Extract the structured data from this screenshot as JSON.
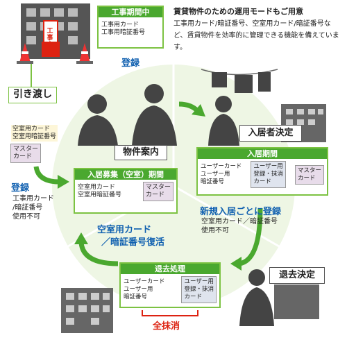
{
  "colors": {
    "green": "#4aa82f",
    "light_green": "#7cc242",
    "blue": "#1060b0",
    "red": "#dd2211",
    "card_blue": "#dfe4ee",
    "card_pink": "#e8dcea"
  },
  "construction": {
    "header": "工事期間中",
    "card_lines": [
      "工事用カード",
      "工事用暗証番号"
    ],
    "sign": "工事中",
    "register": "登録"
  },
  "intro": {
    "title": "賃貸物件のための運用モードもご用意",
    "body": "工事用カード/暗証番号、空室用カード/暗証番号など、賃貸物件を効率的に管理できる機能を備えています。"
  },
  "handover": {
    "label": "引き渡し",
    "vacant_lines": [
      "空室用カード",
      "空室用暗証番号"
    ],
    "master": [
      "マスター",
      "カード"
    ],
    "register": "登録",
    "note_lines": [
      "工事用カード",
      "/暗証番号",
      "使用不可"
    ]
  },
  "property_tour": {
    "label": "物件案内"
  },
  "recruitment": {
    "header": "入居募集（空室）期間",
    "lines": [
      "空室用カード",
      "空室用暗証番号"
    ],
    "master": [
      "マスター",
      "カード"
    ]
  },
  "move_in_decision": {
    "label": "入居者決定"
  },
  "occupancy": {
    "header": "入居期間",
    "user_lines": [
      "ユーザーカード",
      "ユーザー用",
      "暗証番号"
    ],
    "reg_lines": [
      "ユーザー用",
      "登録・抹消",
      "カード"
    ],
    "master": [
      "マスター",
      "カード"
    ]
  },
  "new_registration": {
    "title": "新規入居ごとに登録",
    "note_lines": [
      "空室用カード／暗証番号",
      "使用不可"
    ]
  },
  "vacancy_restore": {
    "lines": [
      "空室用カード",
      "／暗証番号復活"
    ]
  },
  "move_out_decision": {
    "label": "退去決定"
  },
  "move_out": {
    "header": "退去処理",
    "user_lines": [
      "ユーザーカード",
      "ユーザー用",
      "暗証番号"
    ],
    "reg_lines": [
      "ユーザー用",
      "登録・抹消",
      "カード"
    ],
    "erase_all": "全抹消"
  }
}
